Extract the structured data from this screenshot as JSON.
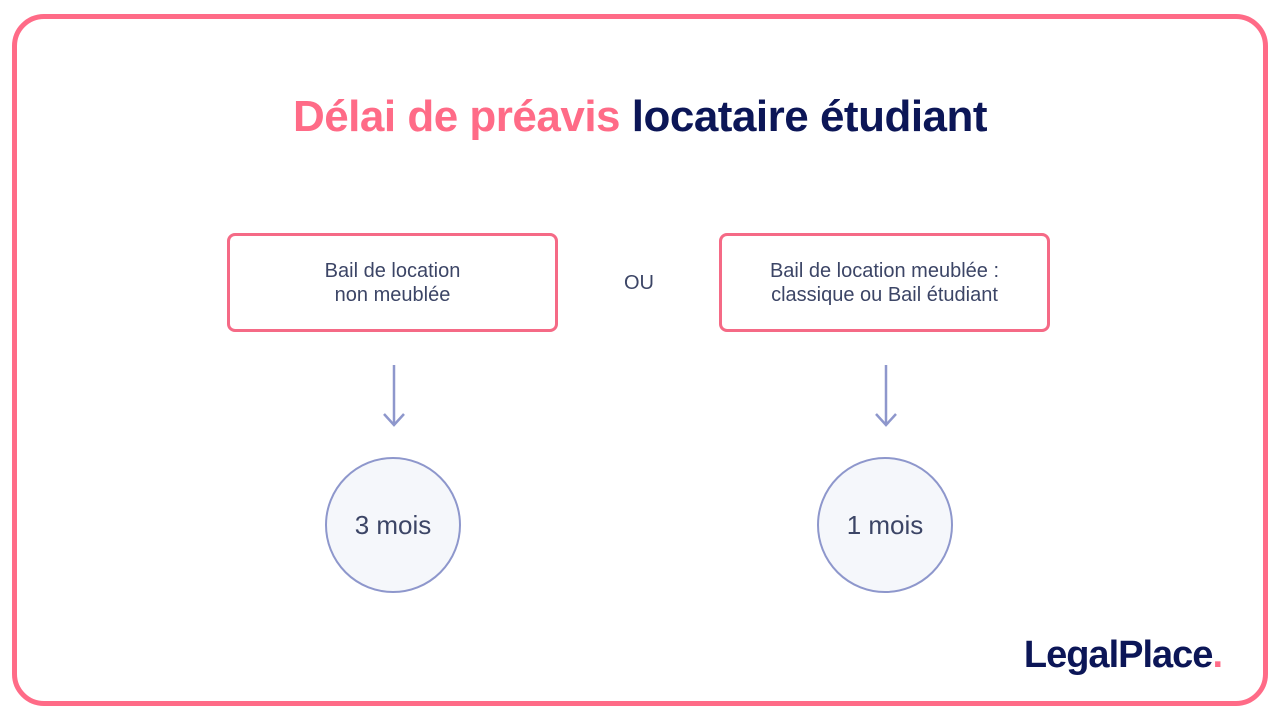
{
  "title": {
    "part1": "Délai de préavis",
    "part2": "locataire étudiant",
    "colors": {
      "accent": "#ff6b87",
      "navy": "#0c1657"
    }
  },
  "options": [
    {
      "line1": "Bail de location",
      "line2": "non meublée",
      "result": "3 mois"
    },
    {
      "line1": "Bail de location meublée :",
      "line2": "classique ou Bail étudiant",
      "result": "1 mois"
    }
  ],
  "separator": "OU",
  "logo": {
    "text": "LegalPlace",
    "dot": "."
  }
}
